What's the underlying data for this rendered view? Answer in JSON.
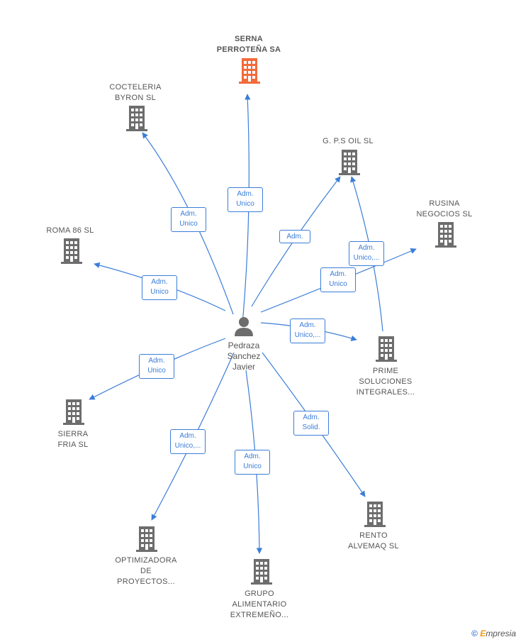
{
  "center": {
    "name": "Pedraza\nSanchez\nJavier",
    "icon": "person-icon"
  },
  "nodes": [
    {
      "id": "serna",
      "label": "SERNA\nPERROTEÑA SA",
      "highlight": true,
      "color": "#f26b3a",
      "icon": "building-icon"
    },
    {
      "id": "cocteleria",
      "label": "COCTELERIA\nBYRON  SL",
      "color": "#6d6d6d",
      "icon": "building-icon"
    },
    {
      "id": "gps",
      "label": "G. P.S OIL  SL",
      "color": "#6d6d6d",
      "icon": "building-icon"
    },
    {
      "id": "rusina",
      "label": "RUSINA\nNEGOCIOS  SL",
      "color": "#6d6d6d",
      "icon": "building-icon"
    },
    {
      "id": "roma",
      "label": "ROMA 86 SL",
      "color": "#6d6d6d",
      "icon": "building-icon"
    },
    {
      "id": "prime",
      "label": "PRIME\nSOLUCIONES\nINTEGRALES...",
      "color": "#6d6d6d",
      "icon": "building-icon"
    },
    {
      "id": "sierra",
      "label": "SIERRA\nFRIA  SL",
      "color": "#6d6d6d",
      "icon": "building-icon"
    },
    {
      "id": "rento",
      "label": "RENTO\nALVEMAQ  SL",
      "color": "#6d6d6d",
      "icon": "building-icon"
    },
    {
      "id": "optimizadora",
      "label": "OPTIMIZADORA\nDE\nPROYECTOS...",
      "color": "#6d6d6d",
      "icon": "building-icon"
    },
    {
      "id": "grupo",
      "label": "GRUPO\nALIMENTARIO\nEXTREMEÑO...",
      "color": "#6d6d6d",
      "icon": "building-icon"
    }
  ],
  "edges": [
    {
      "to": "serna",
      "label": "Adm.\nUnico"
    },
    {
      "to": "cocteleria",
      "label": "Adm.\nUnico"
    },
    {
      "to": "gps",
      "label": "Adm."
    },
    {
      "from": "prime",
      "to": "gps",
      "label": "Adm.\nUnico,..."
    },
    {
      "to": "rusina",
      "label": "Adm.\nUnico"
    },
    {
      "to": "roma",
      "label": "Adm.\nUnico"
    },
    {
      "to": "prime",
      "label": "Adm.\nUnico,..."
    },
    {
      "to": "sierra",
      "label": "Adm.\nUnico"
    },
    {
      "to": "rento",
      "label": "Adm.\nSolid."
    },
    {
      "to": "optimizadora",
      "label": "Adm.\nUnico,..."
    },
    {
      "to": "grupo",
      "label": "Adm.\nUnico"
    }
  ],
  "colors": {
    "edge": "#3b7dd8",
    "node": "#6d6d6d",
    "highlight": "#f26b3a"
  },
  "brand": {
    "copyright": "©",
    "first_letter": "E",
    "rest": "mpresia"
  }
}
